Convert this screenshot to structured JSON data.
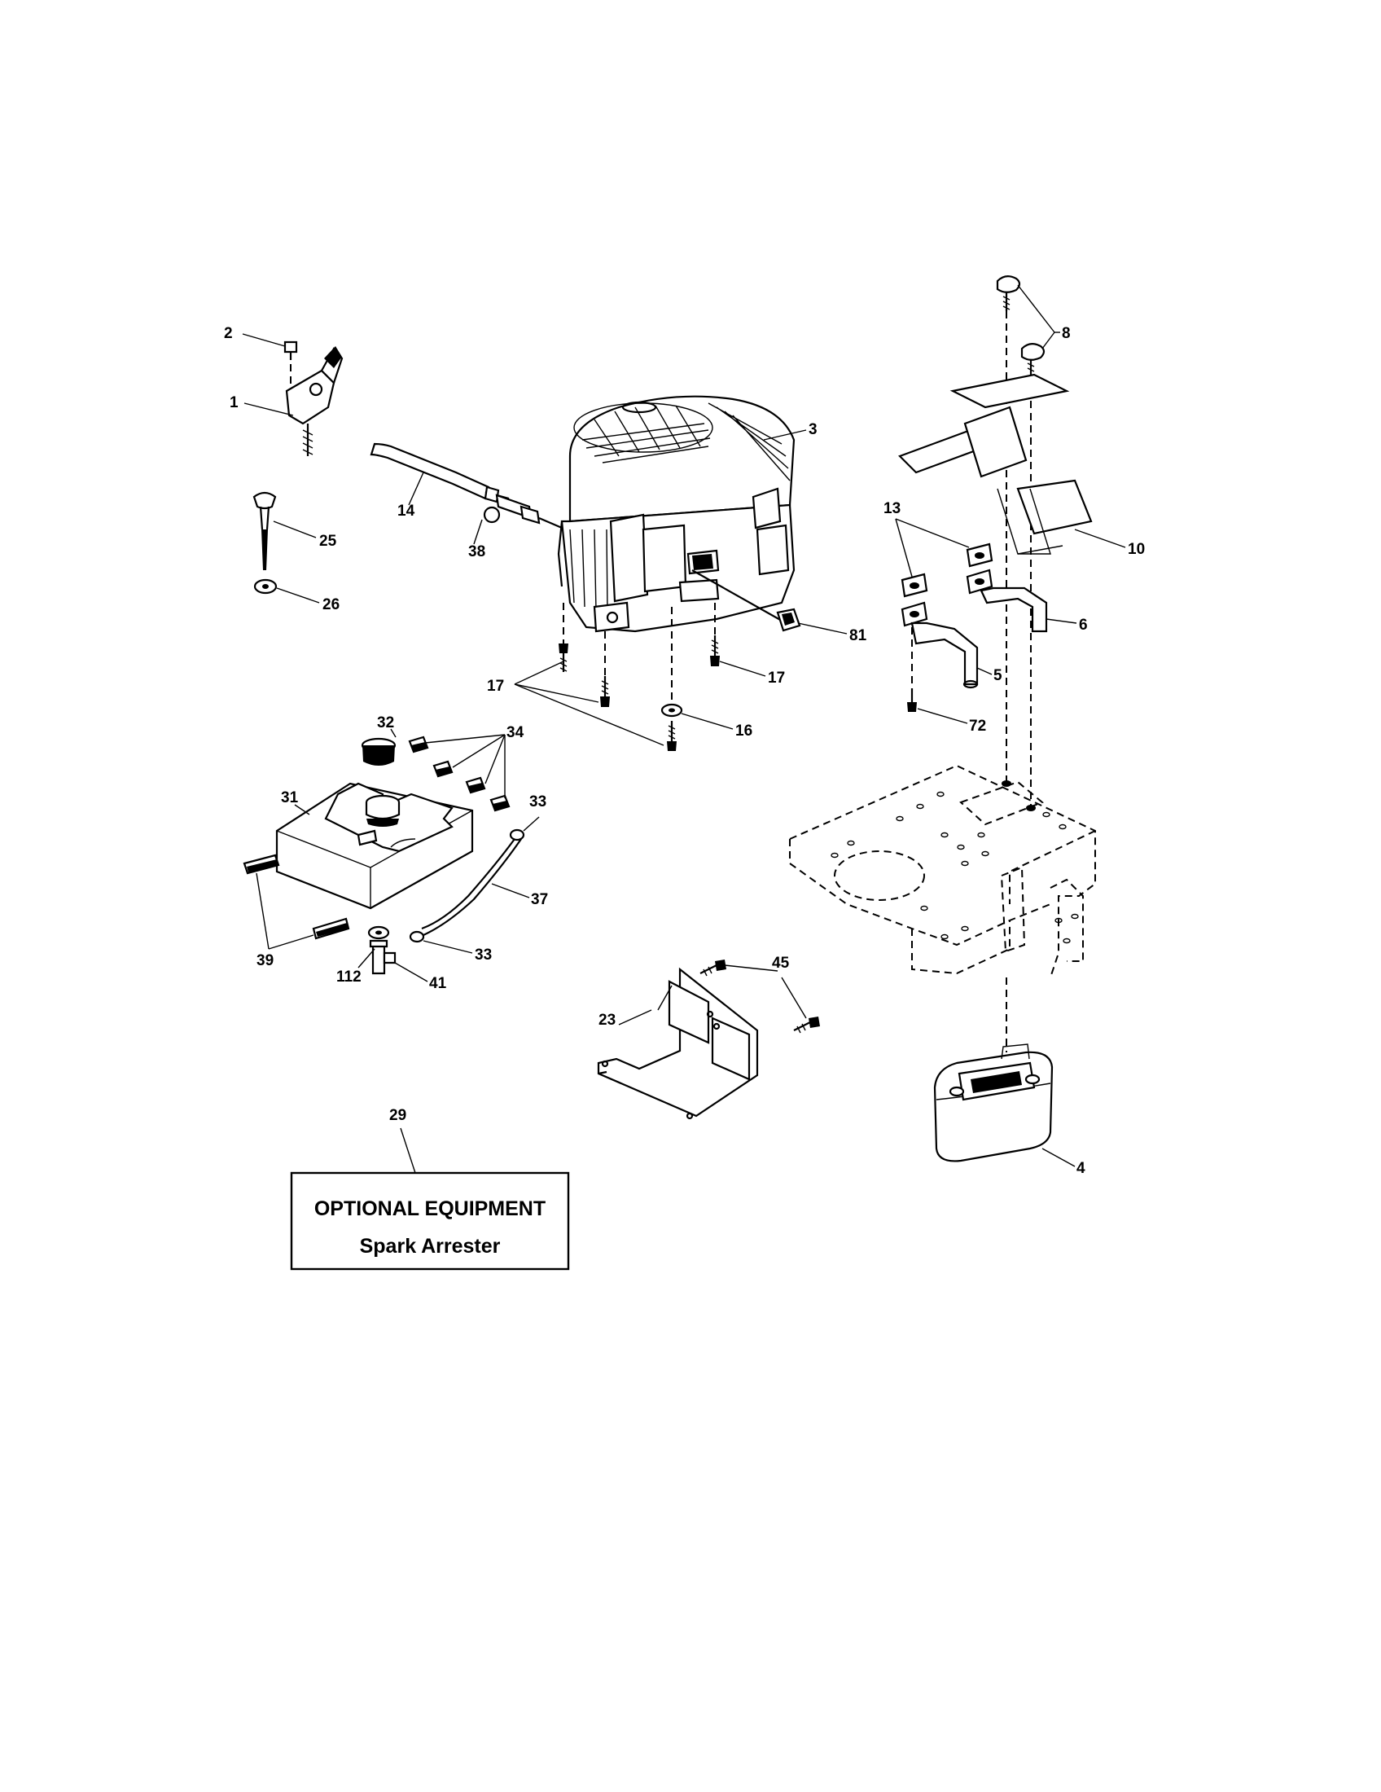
{
  "callouts": {
    "c1": "1",
    "c2": "2",
    "c3": "3",
    "c4": "4",
    "c5": "5",
    "c6": "6",
    "c8": "8",
    "c10": "10",
    "c13": "13",
    "c14": "14",
    "c16": "16",
    "c17a": "17",
    "c17b": "17",
    "c23": "23",
    "c25": "25",
    "c26": "26",
    "c29": "29",
    "c31": "31",
    "c32": "32",
    "c33a": "33",
    "c33b": "33",
    "c34": "34",
    "c37": "37",
    "c38": "38",
    "c39": "39",
    "c41": "41",
    "c45": "45",
    "c72": "72",
    "c81": "81",
    "c112": "112"
  },
  "optional_box": {
    "title": "OPTIONAL EQUIPMENT",
    "subtitle": "Spark Arrester"
  }
}
